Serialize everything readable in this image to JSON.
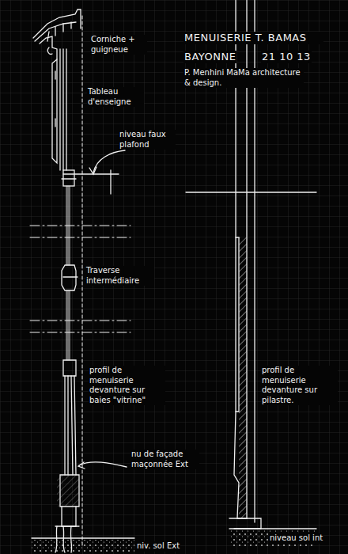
{
  "diagram": {
    "title": "MENUISERIE T. BAMAS",
    "labels": [
      "BAYONNE",
      "21 10 13",
      "P. Menhini MaMa architecture & design.",
      "Corniche + guigneue",
      "Tableau d'enseigne",
      "niveau faux plafond",
      "Traverse intermédiaire",
      "profil de menuiserie devanture sur baies \"vitrine\"",
      "nu de façade maçonnée Ext",
      "profil de menuiserie devanture sur pilastre.",
      "niveau sol int",
      "niv. sol Ext"
    ]
  }
}
